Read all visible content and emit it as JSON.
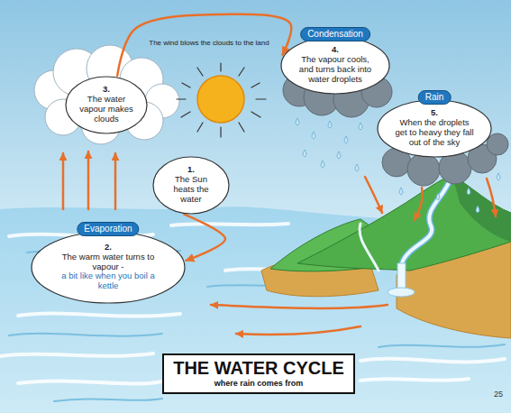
{
  "diagram": {
    "title": "THE WATER CYCLE",
    "caption": "where rain comes from",
    "nodes": [
      {
        "text": [
          "1.",
          "The Sun heats the water"
        ]
      },
      {
        "text": [
          "Evaporation",
          "2.",
          "The warm water turns to vapour -",
          "a bit like when you boil a kettle"
        ]
      },
      {
        "text": [
          "3.",
          "The water vapour makes clouds"
        ]
      },
      {
        "text": [
          "Condensation",
          "4.",
          "The vapour cools, and turns back into water droplets"
        ]
      },
      {
        "text": [
          "Rain",
          "5.",
          "When the droplets get to heavy they fall out of the sky"
        ]
      }
    ],
    "edges": [
      {
        "from": 0,
        "to": 1,
        "arrow": "to"
      },
      {
        "from": 2,
        "to": 3,
        "arrow": "to",
        "label": "The wind blows the clouds to the land"
      }
    ],
    "labels": [
      "25"
    ]
  }
}
